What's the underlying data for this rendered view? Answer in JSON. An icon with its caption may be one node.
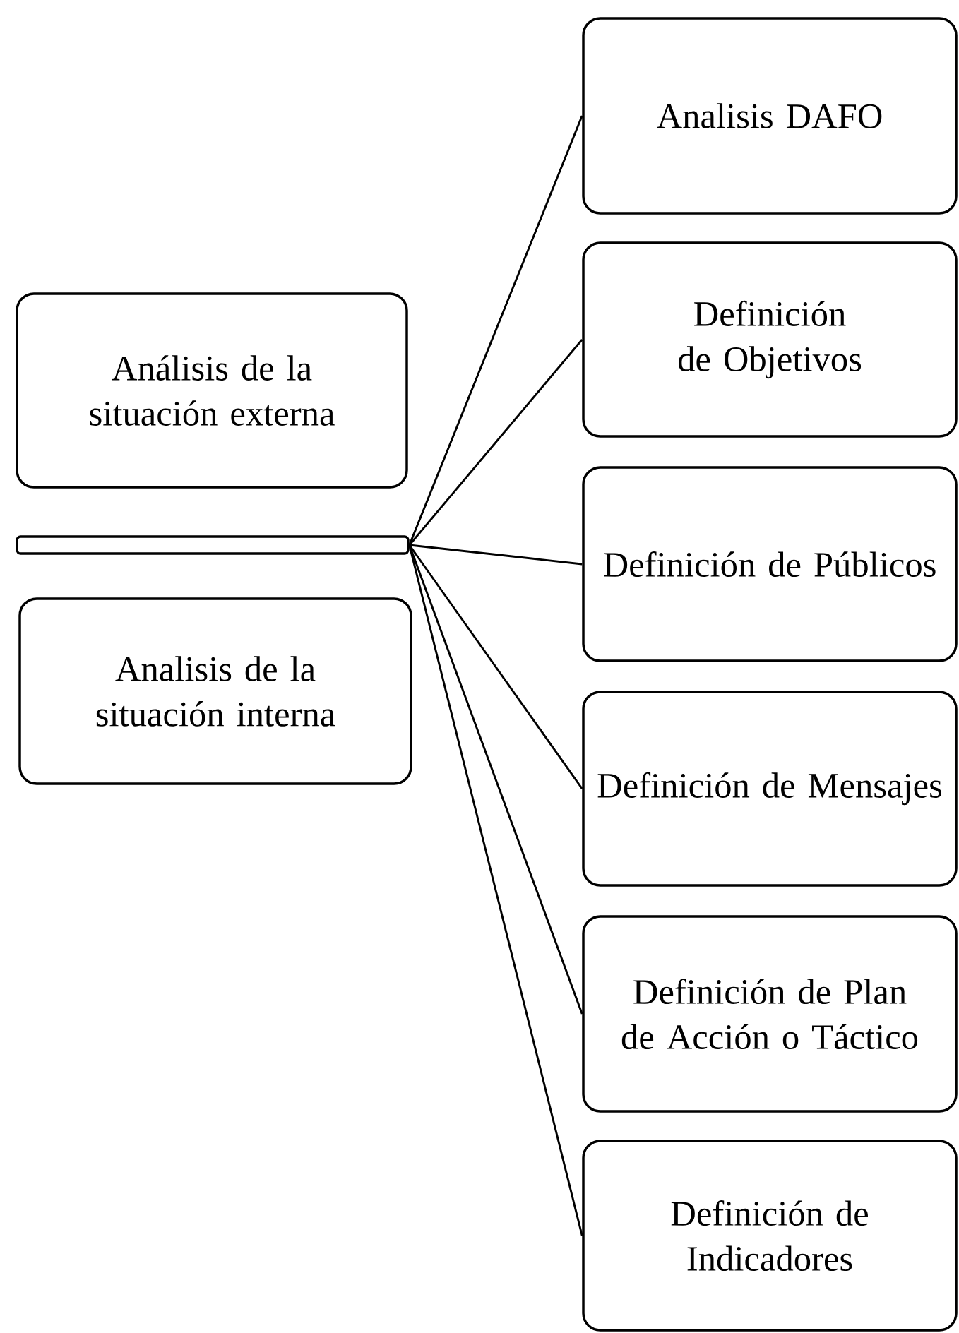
{
  "diagram": {
    "nodes": [
      {
        "text": [
          "Análisis de la situación externa"
        ]
      },
      {
        "text": [],
        "shape": "bar"
      },
      {
        "text": [
          "Analisis de la situación interna"
        ]
      },
      {
        "text": [
          "Analisis DAFO"
        ]
      },
      {
        "text": [
          "Definición de Objetivos"
        ]
      },
      {
        "text": [
          "Definición de Públicos"
        ]
      },
      {
        "text": [
          "Definición de Mensajes"
        ]
      },
      {
        "text": [
          "Definición de Plan de Acción o Táctico"
        ]
      },
      {
        "text": [
          "Definición de Indicadores"
        ]
      }
    ],
    "edges": [
      {
        "from": 1,
        "to": 3,
        "arrow": "none"
      },
      {
        "from": 1,
        "to": 4,
        "arrow": "none"
      },
      {
        "from": 1,
        "to": 5,
        "arrow": "none"
      },
      {
        "from": 1,
        "to": 6,
        "arrow": "none"
      },
      {
        "from": 1,
        "to": 7,
        "arrow": "none"
      },
      {
        "from": 1,
        "to": 8,
        "arrow": "none"
      }
    ]
  }
}
